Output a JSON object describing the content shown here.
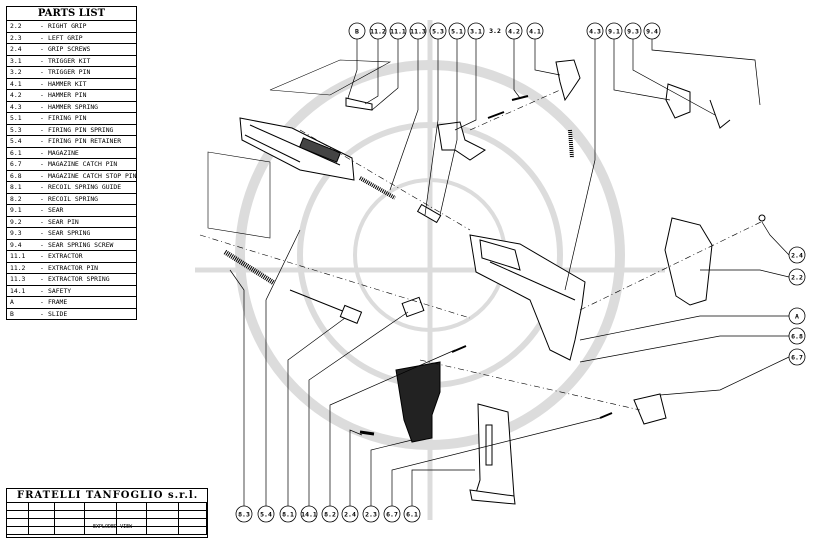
{
  "parts_list": {
    "title": "PARTS LIST",
    "items": [
      {
        "code": "2.2",
        "desc": "RIGHT GRIP"
      },
      {
        "code": "2.3",
        "desc": "LEFT GRIP"
      },
      {
        "code": "2.4",
        "desc": "GRIP SCREWS"
      },
      {
        "code": "3.1",
        "desc": "TRIGGER KIT"
      },
      {
        "code": "3.2",
        "desc": "TRIGGER PIN"
      },
      {
        "code": "4.1",
        "desc": "HAMMER KIT"
      },
      {
        "code": "4.2",
        "desc": "HAMMER PIN"
      },
      {
        "code": "4.3",
        "desc": "HAMMER SPRING"
      },
      {
        "code": "5.1",
        "desc": "FIRING PIN"
      },
      {
        "code": "5.3",
        "desc": "FIRING PIN SPRING"
      },
      {
        "code": "5.4",
        "desc": "FIRING PIN RETAINER"
      },
      {
        "code": "6.1",
        "desc": "MAGAZINE"
      },
      {
        "code": "6.7",
        "desc": "MAGAZINE CATCH PIN"
      },
      {
        "code": "6.8",
        "desc": "MAGAZINE CATCH STOP PIN"
      },
      {
        "code": "8.1",
        "desc": "RECOIL SPRING GUIDE"
      },
      {
        "code": "8.2",
        "desc": "RECOIL SPRING"
      },
      {
        "code": "9.1",
        "desc": "SEAR"
      },
      {
        "code": "9.2",
        "desc": "SEAR PIN"
      },
      {
        "code": "9.3",
        "desc": "SEAR SPRING"
      },
      {
        "code": "9.4",
        "desc": "SEAR SPRING SCREW"
      },
      {
        "code": "11.1",
        "desc": "EXTRACTOR"
      },
      {
        "code": "11.2",
        "desc": "EXTRACTOR PIN"
      },
      {
        "code": "11.3",
        "desc": "EXTRACTOR SPRING"
      },
      {
        "code": "14.1",
        "desc": "SAFETY"
      },
      {
        "code": "A",
        "desc": "FRAME"
      },
      {
        "code": "B",
        "desc": "SLIDE"
      }
    ]
  },
  "callouts_top": [
    "B",
    "11.2",
    "11.1",
    "11.3",
    "5.3",
    "5.1",
    "3.1",
    "3.2",
    "4.2",
    "4.1",
    "4.3",
    "9.1",
    "9.3",
    "9.4"
  ],
  "callouts_bottom": [
    "8.3",
    "5.4",
    "8.1",
    "14.1",
    "8.2",
    "2.4",
    "2.3",
    "6.7",
    "6.1"
  ],
  "callouts_right": [
    "2.4",
    "2.2",
    "A",
    "6.8",
    "6.7"
  ],
  "title_block": {
    "company": "FRATELLI TANFOGLIO s.r.l.",
    "drawing_title": "EXPLODED VIEW"
  },
  "watermark_color": "#d9d9d9"
}
